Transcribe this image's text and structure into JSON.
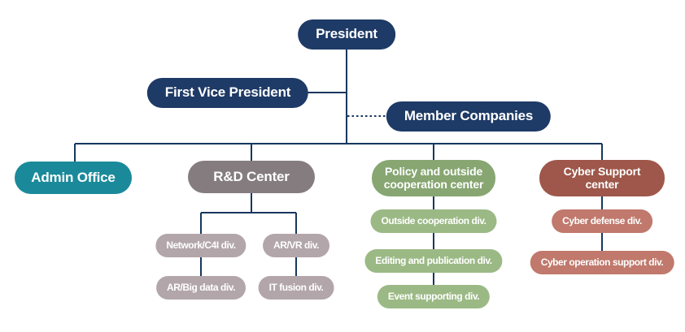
{
  "diagram": {
    "type": "org-chart",
    "colors": {
      "navy": "#1e3a66",
      "teal": "#1a8a9b",
      "gray": "#857c80",
      "green": "#87a672",
      "maroon": "#9e574a",
      "light_gray": "#b2a6ab",
      "light_green": "#9bb985",
      "light_red": "#c0796c",
      "connector_line": "#17375e",
      "background": "#ffffff",
      "text": "#ffffff"
    },
    "nodes": {
      "president": {
        "label": "President"
      },
      "first_vice_president": {
        "label": "First Vice President"
      },
      "member_companies": {
        "label": "Member Companies"
      },
      "admin_office": {
        "label": "Admin Office"
      },
      "rnd_center": {
        "label": "R&D Center"
      },
      "policy_center": {
        "label": "Policy and outside cooperation center"
      },
      "cyber_center": {
        "label": "Cyber Support center"
      },
      "network_c4i": {
        "label": "Network/C4I div."
      },
      "ar_vr": {
        "label": "AR/VR div."
      },
      "ar_big_data": {
        "label": "AR/Big data div."
      },
      "it_fusion": {
        "label": "IT fusion div."
      },
      "outside_cooperation": {
        "label": "Outside cooperation div."
      },
      "editing_publication": {
        "label": "Editing and publication div."
      },
      "event_supporting": {
        "label": "Event supporting div."
      },
      "cyber_defense": {
        "label": "Cyber defense div."
      },
      "cyber_operation_support": {
        "label": "Cyber operation support div."
      }
    }
  }
}
